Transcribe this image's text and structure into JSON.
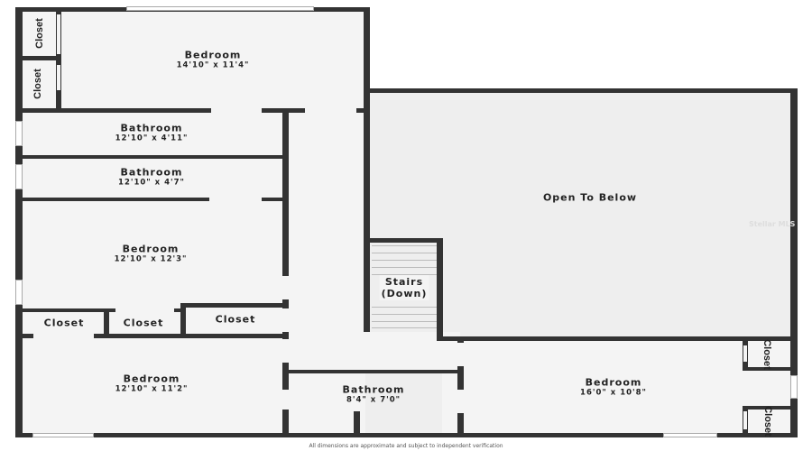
{
  "rooms": {
    "closet_top1": {
      "name": "Closet"
    },
    "closet_top2": {
      "name": "Closet"
    },
    "bedroom1": {
      "name": "Bedroom",
      "dim": "14'10\" x 11'4\""
    },
    "bathroom1": {
      "name": "Bathroom",
      "dim": "12'10\" x 4'11\""
    },
    "bathroom2": {
      "name": "Bathroom",
      "dim": "12'10\" x 4'7\""
    },
    "bedroom2": {
      "name": "Bedroom",
      "dim": "12'10\" x 12'3\""
    },
    "closet_a": {
      "name": "Closet"
    },
    "closet_b": {
      "name": "Closet"
    },
    "closet_c": {
      "name": "Closet"
    },
    "bedroom3": {
      "name": "Bedroom",
      "dim": "12'10\" x 11'2\""
    },
    "bathroom3": {
      "name": "Bathroom",
      "dim": "8'4\" x 7'0\""
    },
    "open_to_below": {
      "name": "Open To Below"
    },
    "stairs": {
      "name": "Stairs",
      "sub": "(Down)"
    },
    "bedroom4": {
      "name": "Bedroom",
      "dim": "16'0\" x 10'8\""
    },
    "closet_r1": {
      "name": "Closet"
    },
    "closet_r2": {
      "name": "Closet"
    }
  },
  "footer": "All dimensions are approximate and subject to independent verification",
  "watermark": "Stellar MLS",
  "colors": {
    "wall": "#333333",
    "floor": "#f4f4f4",
    "open": "#eeeeee"
  }
}
